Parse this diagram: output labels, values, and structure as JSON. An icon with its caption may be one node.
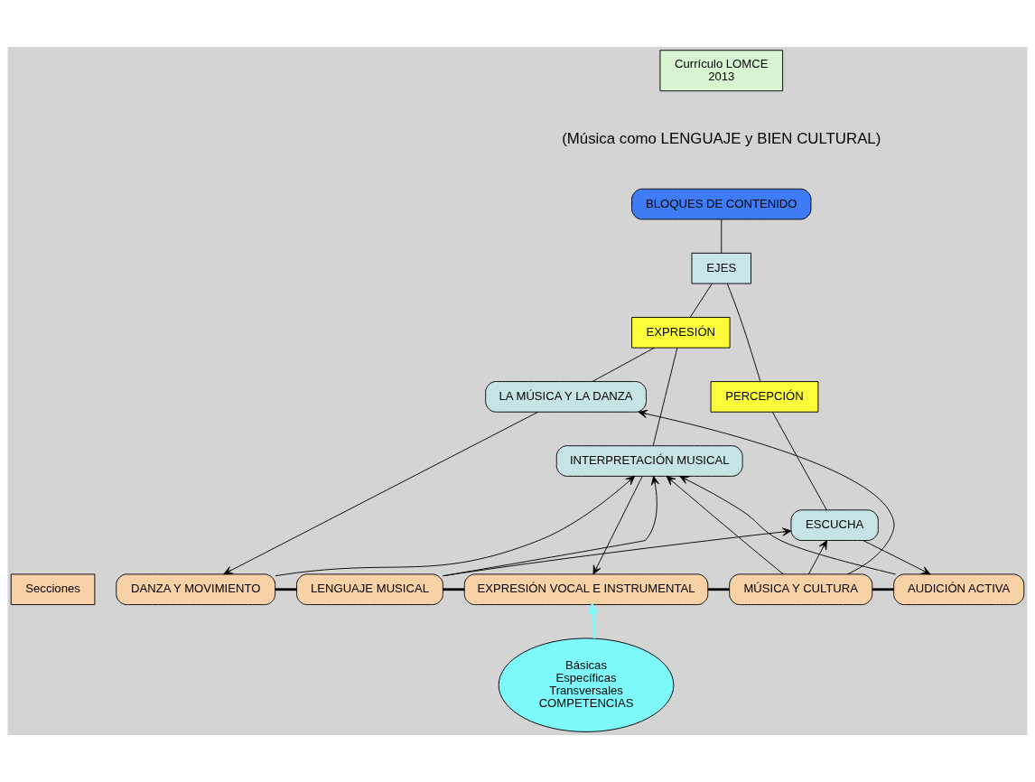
{
  "diagram": {
    "nodes": [
      {
        "text": [
          "Currículo LOMCE",
          "2013"
        ]
      },
      {
        "text": [
          "BLOQUES DE CONTENIDO"
        ]
      },
      {
        "text": [
          "EJES"
        ]
      },
      {
        "text": [
          "EXPRESIÓN"
        ]
      },
      {
        "text": [
          "PERCEPCIÓN"
        ]
      },
      {
        "text": [
          "LA MÚSICA Y LA DANZA"
        ]
      },
      {
        "text": [
          "INTERPRETACIÓN MUSICAL"
        ]
      },
      {
        "text": [
          "ESCUCHA"
        ]
      },
      {
        "text": [
          "Secciones"
        ]
      },
      {
        "text": [
          "DANZA Y MOVIMIENTO"
        ]
      },
      {
        "text": [
          "LENGUAJE MUSICAL"
        ]
      },
      {
        "text": [
          "EXPRESIÓN VOCAL E INSTRUMENTAL"
        ]
      },
      {
        "text": [
          "MÚSICA Y CULTURA"
        ]
      },
      {
        "text": [
          "AUDICIÓN ACTIVA"
        ]
      },
      {
        "text": [
          "Básicas",
          "Específicas",
          "Transversales",
          "COMPETENCIAS"
        ]
      }
    ],
    "edges": [
      {
        "from": 1,
        "to": 2,
        "arrow": "none"
      },
      {
        "from": 2,
        "to": 3,
        "arrow": "none"
      },
      {
        "from": 2,
        "to": 4,
        "arrow": "none"
      },
      {
        "from": 3,
        "to": 5,
        "arrow": "none"
      },
      {
        "from": 3,
        "to": 6,
        "arrow": "none"
      },
      {
        "from": 4,
        "to": 7,
        "arrow": "none"
      },
      {
        "from": 5,
        "to": 9,
        "arrow": "to"
      },
      {
        "from": 6,
        "to": 11,
        "arrow": "to"
      },
      {
        "from": 7,
        "to": 13,
        "arrow": "to"
      },
      {
        "from": 9,
        "to": 6,
        "arrow": "to"
      },
      {
        "from": 10,
        "to": 6,
        "arrow": "to"
      },
      {
        "from": 10,
        "to": 7,
        "arrow": "to"
      },
      {
        "from": 12,
        "to": 5,
        "arrow": "to"
      },
      {
        "from": 12,
        "to": 6,
        "arrow": "to"
      },
      {
        "from": 12,
        "to": 7,
        "arrow": "to"
      },
      {
        "from": 13,
        "to": 6,
        "arrow": "to"
      },
      {
        "from": 9,
        "to": 10,
        "arrow": "none",
        "style": "thick"
      },
      {
        "from": 10,
        "to": 11,
        "arrow": "none",
        "style": "thick"
      },
      {
        "from": 11,
        "to": 12,
        "arrow": "none",
        "style": "thick"
      },
      {
        "from": 12,
        "to": 13,
        "arrow": "none",
        "style": "thick"
      },
      {
        "from": 14,
        "to": 11,
        "arrow": "to",
        "style": "thick",
        "color": "#7ef9fb"
      }
    ],
    "labels": [
      "(Música como LENGUAJE y BIEN CULTURAL)"
    ]
  }
}
